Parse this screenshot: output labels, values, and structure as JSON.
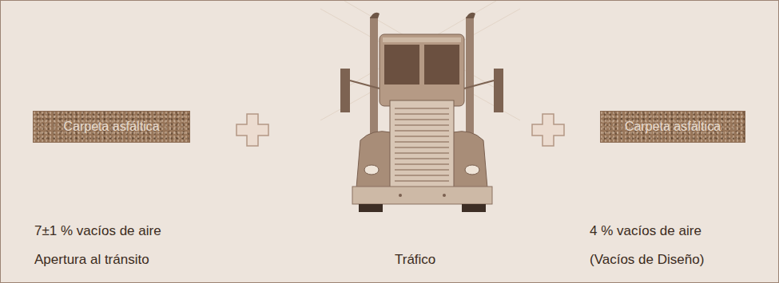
{
  "diagram": {
    "nodes": [
      {
        "text": [
          "Carpeta asfáltica"
        ]
      },
      {
        "text": [
          "Carpeta asfáltica"
        ]
      }
    ],
    "labels": [
      "7±1 % vacíos de aire",
      "Apertura al tránsito",
      "Tráfico",
      "4 % vacíos de aire",
      "(Vacíos de Diseño)"
    ]
  }
}
